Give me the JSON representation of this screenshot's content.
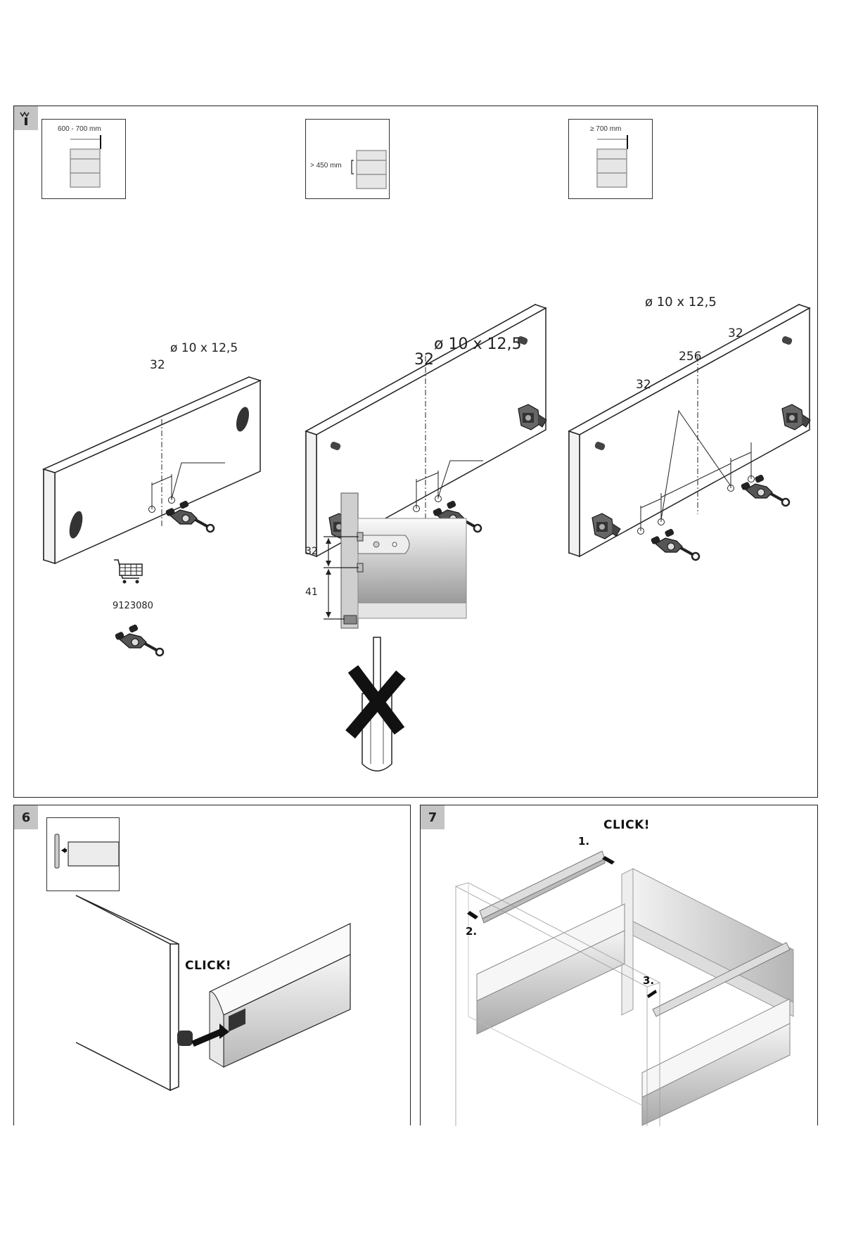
{
  "document": {
    "title": "Drawer front mounting instructions"
  },
  "step_main": {
    "badge_icon": "wood-grain-icon",
    "variants": [
      {
        "thumbnail_label": "600 - 700 mm",
        "hole_label": "ø 10 x 12,5",
        "spacing_label": "32"
      },
      {
        "thumbnail_label": "> 450 mm",
        "hole_label": "ø 10 x 12,5",
        "spacing_label": "32"
      },
      {
        "thumbnail_label": "≥ 700 mm",
        "hole_label": "ø 10 x 12,5",
        "spacing_left_label": "32",
        "spacing_center_label": "256",
        "spacing_right_label": "32"
      }
    ],
    "accessory": {
      "icon": "shopping-cart-icon",
      "article_number": "9123080"
    },
    "side_detail": {
      "dim_upper": "32",
      "dim_lower": "41",
      "warning_icon": "no-screwdriver-icon"
    }
  },
  "step6": {
    "number": "6",
    "click_label": "CLICK!"
  },
  "step7": {
    "number": "7",
    "click_label": "CLICK!",
    "sequence": [
      "1.",
      "2.",
      "3."
    ]
  }
}
